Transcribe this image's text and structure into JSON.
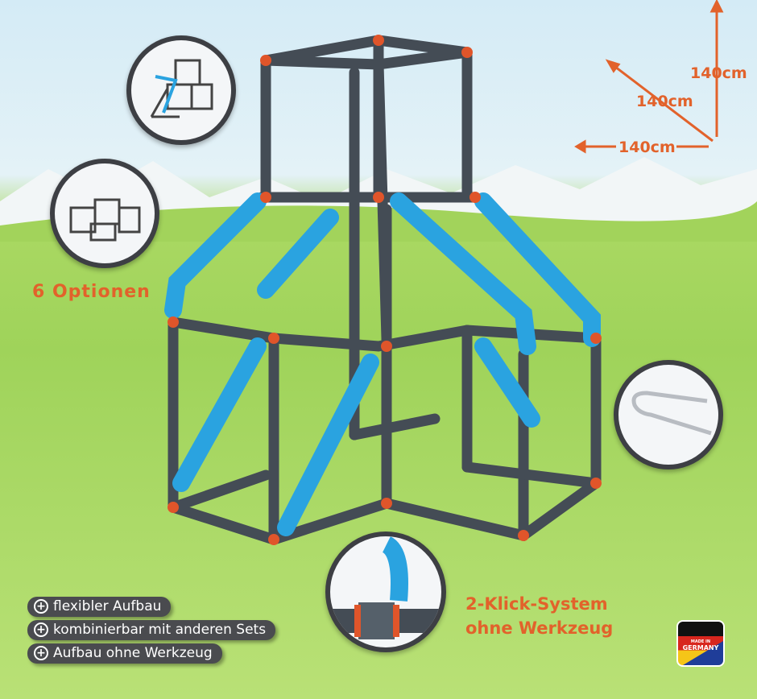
{
  "options_label": "6 Optionen",
  "dimensions": {
    "height": "140cm",
    "depth": "140cm",
    "width": "140cm"
  },
  "click_system": {
    "line1": "2-Klick-System",
    "line2": "ohne Werkzeug"
  },
  "features": [
    "flexibler Aufbau",
    "kombinierbar mit anderen Sets",
    "Aufbau ohne Werkzeug"
  ],
  "badge": {
    "line1": "MADE IN",
    "line2": "GERMANY"
  },
  "colors": {
    "tube": "#444c55",
    "slide": "#2aa3e0",
    "joint": "#e0552a",
    "accent": "#e2622b"
  }
}
